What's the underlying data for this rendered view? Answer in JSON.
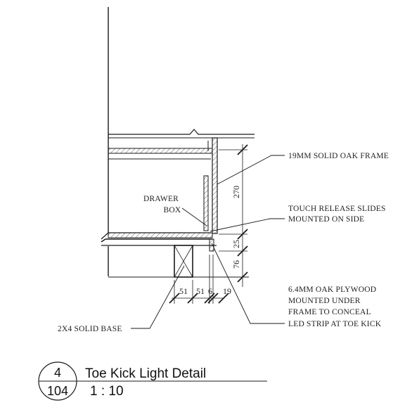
{
  "labels": {
    "oak_frame": "19MM SOLID OAK FRAME",
    "drawer_box_1": "DRAWER",
    "drawer_box_2": "BOX",
    "slides_1": "TOUCH RELEASE SLIDES",
    "slides_2": "MOUNTED ON SIDE",
    "plywood_1": "6.4MM OAK PLYWOOD",
    "plywood_2": "MOUNTED UNDER",
    "plywood_3": "FRAME TO CONCEAL",
    "plywood_4": "LED STRIP AT TOE KICK",
    "base": "2X4 SOLID BASE"
  },
  "dimensions": {
    "height_upper": "270",
    "height_mid": "25",
    "height_lower": "76",
    "width_1": "51",
    "width_2": "51",
    "width_3": "6",
    "width_4": "19"
  },
  "title_block": {
    "detail_number": "4",
    "sheet_number": "104",
    "title": "Toe Kick Light Detail",
    "scale": "1 : 10"
  },
  "colors": {
    "line": "#1a1a1a",
    "background": "#ffffff"
  }
}
